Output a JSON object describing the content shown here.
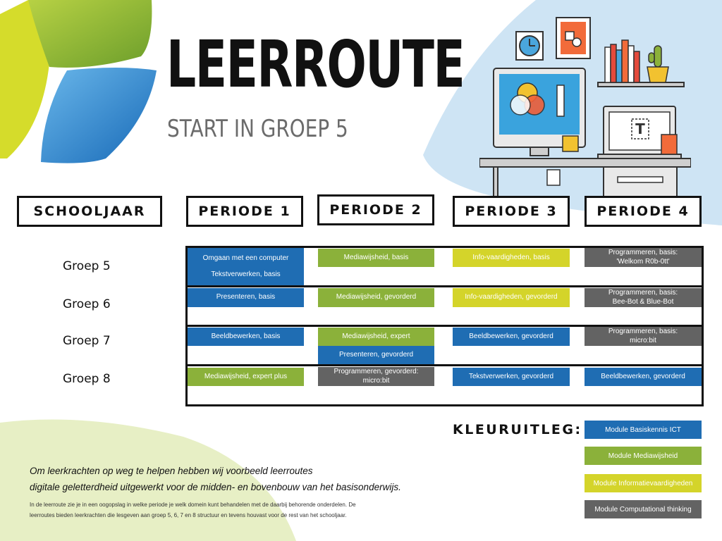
{
  "header": {
    "title": "LEERROUTE",
    "subtitle": "START IN GROEP 5"
  },
  "columns": [
    "SCHOOLJAAR",
    "PERIODE 1",
    "PERIODE 2",
    "PERIODE 3",
    "PERIODE 4"
  ],
  "rows": [
    "Groep 5",
    "Groep 6",
    "Groep 7",
    "Groep 8"
  ],
  "cells": {
    "g5": {
      "p1a": "Omgaan met een computer",
      "p1b": "Tekstverwerken, basis",
      "p2": "Mediawijsheid, basis",
      "p3": "Info-vaardigheden, basis",
      "p4_line1": "Programmeren, basis:",
      "p4_line2": "'Welkom R0b-0tt'"
    },
    "g6": {
      "p1": "Presenteren, basis",
      "p2": "Mediawijsheid, gevorderd",
      "p3": "Info-vaardigheden, gevorderd",
      "p4_line1": "Programmeren, basis:",
      "p4_line2": "Bee-Bot & Blue-Bot"
    },
    "g7": {
      "p1": "Beeldbewerken, basis",
      "p2a": "Mediawijsheid, expert",
      "p2b": "Presenteren, gevorderd",
      "p3": "Beeldbewerken, gevorderd",
      "p4_line1": "Programmeren, basis:",
      "p4_line2": "micro:bit"
    },
    "g8": {
      "p1": "Mediawijsheid, expert plus",
      "p2_line1": "Programmeren, gevorderd:",
      "p2_line2": "micro:bit",
      "p3": "Tekstverwerken, gevorderd",
      "p4": "Beeldbewerken, gevorderd"
    }
  },
  "legend": {
    "title": "KLEURUITLEG:",
    "items": [
      "Module Basiskennis ICT",
      "Module Mediawijsheid",
      "Module Informatievaardigheden",
      "Module Computational thinking"
    ]
  },
  "colors": {
    "ict": "#1f6db3",
    "media": "#8bb13a",
    "info": "#d4d42a",
    "ct": "#636363"
  },
  "footer": {
    "intro_line1": "Om leerkrachten op weg te helpen hebben wij voorbeeld leerroutes",
    "intro_line2": "digitale geletterdheid uitgewerkt voor de midden- en bovenbouw van het basisonderwijs.",
    "small_line1": "In de leerroute zie je in een oogopslag in welke periode je welk domein kunt behandelen met de daarbij behorende onderdelen. De",
    "small_line2": "leerroutes bieden leerkrachten die lesgeven aan groep 5, 6, 7 en 8 structuur en tevens houvast voor de rest van het schooljaar."
  }
}
